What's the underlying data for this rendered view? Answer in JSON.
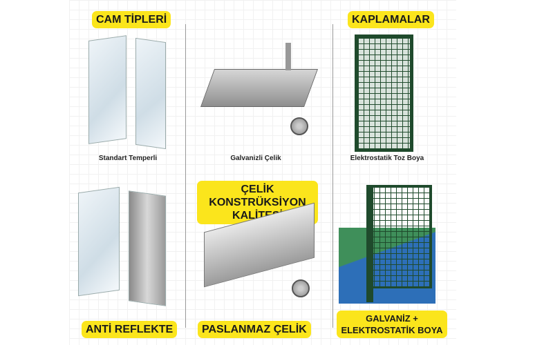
{
  "top_row": {
    "glass_types_label": "CAM TİPLERİ",
    "coatings_label": "KAPLAMALAR",
    "captions": [
      "Standart Temperli",
      "Galvanizli Çelik",
      "Elektrostatik Toz Boya"
    ]
  },
  "bottom_row": {
    "steel_quality_label": "ÇELİK KONSTRÜKSİYON KALİTESİ",
    "labels": [
      "ANTİ REFLEKTE",
      "PASLANMAZ ÇELİK",
      "GALVANİZ + ELEKTROSTATİK BOYA"
    ]
  },
  "colors": {
    "label_bg": "#fbe51c",
    "mesh_green": "#1f4a2c"
  }
}
